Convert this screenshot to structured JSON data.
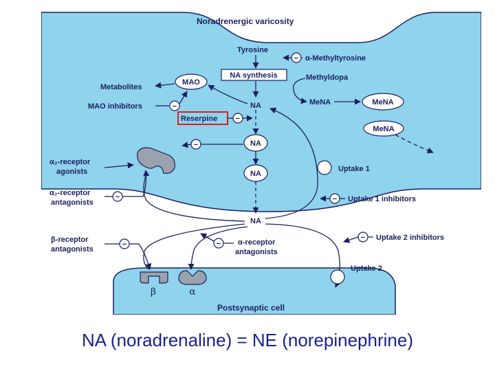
{
  "diagram": {
    "title": "Noradrenergic varicosity",
    "postsynaptic": "Postsynaptic cell",
    "tyrosine": "Tyrosine",
    "alpha_methyltyrosine": "α-Methyltyrosine",
    "na_synthesis": "NA synthesis",
    "methyldopa": "Methyldopa",
    "mao": "MAO",
    "metabolites": "Metabolites",
    "mao_inhibitors": "MAO inhibitors",
    "na": "NA",
    "mena": "MeNA",
    "reserpine": "Reserpine",
    "alpha2_agonists_1": "α₂-receptor",
    "alpha2_agonists_2": "agonists",
    "alpha2_antagonists_1": "α₂-receptor",
    "alpha2_antagonists_2": "antagonists",
    "beta_antagonists_1": "β-receptor",
    "beta_antagonists_2": "antagonists",
    "alpha_antagonists_1": "α-receptor",
    "alpha_antagonists_2": "antagonists",
    "uptake1": "Uptake 1",
    "uptake1_inhibitors": "Uptake 1 inhibitors",
    "uptake2_inhibitors": "Uptake 2 inhibitors",
    "uptake2": "Uptake 2",
    "beta": "β",
    "alpha": "α",
    "minus": "−"
  },
  "caption": "NA (noradrenaline) = NE (norepinephrine)",
  "colors": {
    "cell_fill": "#8fd3ec",
    "ink": "#1c1f5e",
    "highlight_box": "#d81e1e",
    "caption": "#1a1f8c"
  }
}
